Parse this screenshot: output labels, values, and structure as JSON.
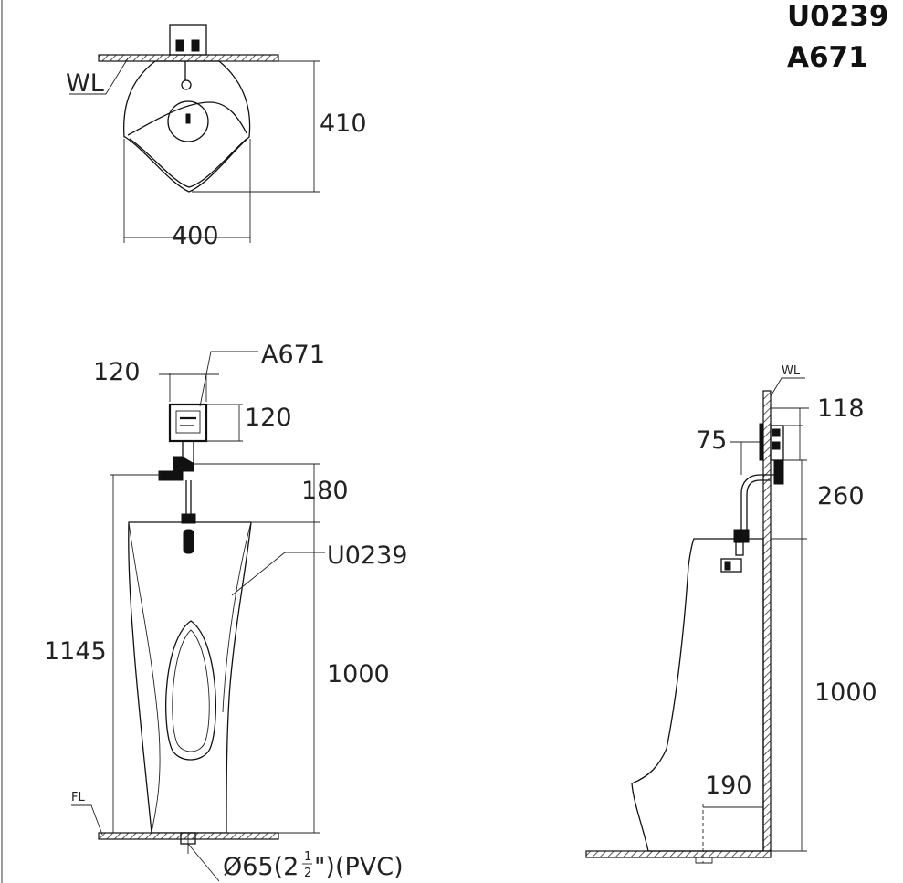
{
  "header": {
    "model_urinal": "U0239",
    "model_sensor": "A671"
  },
  "top_view": {
    "wall_label": "WL",
    "depth": "410",
    "width": "400"
  },
  "front_view": {
    "sensor_label": "A671",
    "sensor_width": "120",
    "sensor_height": "120",
    "pipe_drop": "180",
    "urinal_label": "U0239",
    "total_height": "1145",
    "rim_height": "1000",
    "floor_label": "FL",
    "drain": {
      "prefix": "Ø65(2",
      "frac_num": "1",
      "frac_den": "2",
      "suffix": "\")(PVC)"
    }
  },
  "side_view": {
    "wall_label": "WL",
    "projection": "118",
    "offset": "75",
    "pipe_height": "260",
    "rim_height": "1000",
    "drain_distance": "190"
  }
}
